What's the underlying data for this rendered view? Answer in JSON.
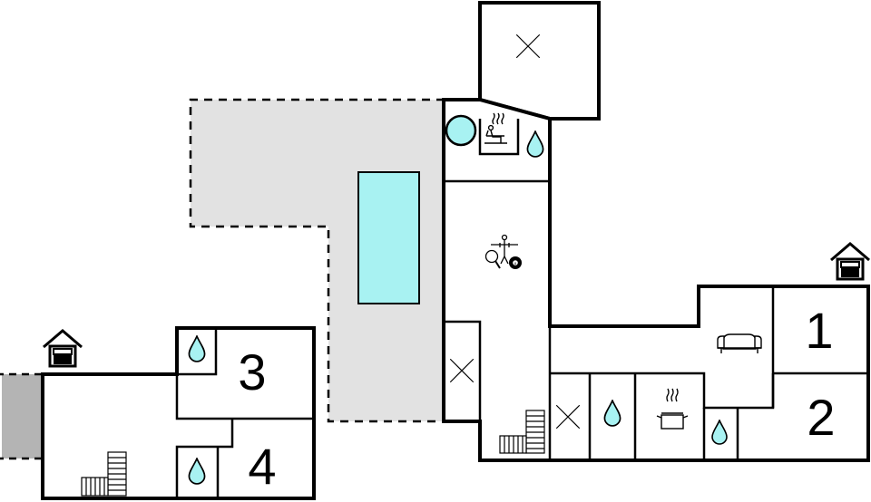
{
  "rooms": {
    "bedroom_1": {
      "number": "1"
    },
    "bedroom_2": {
      "number": "2"
    },
    "bedroom_3": {
      "number": "3"
    },
    "bedroom_4": {
      "number": "4"
    }
  },
  "icons": {
    "entrance": "house-entrance-icon",
    "bathroom": "water-drop-icon",
    "sauna": "sauna-icon",
    "whirlpool": "whirlpool-icon",
    "games": "game-room-icon",
    "living": "sofa-icon",
    "kitchen": "cooking-pot-icon",
    "stairs": "stairs-icon",
    "void": "cross-mark-icon"
  },
  "colors": {
    "wall": "#000000",
    "terrace": "#e2e2e2",
    "pool": "#a8f2f2",
    "annex": "#b4b4b4"
  }
}
